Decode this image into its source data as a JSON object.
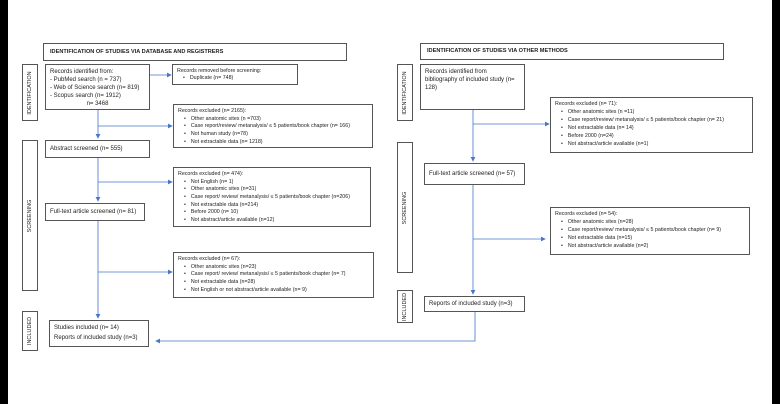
{
  "left": {
    "header": "IDENTIFICATION OF STUDIES VIA DATABASE AND REGISTRERS",
    "labels": {
      "identification": "IDENTIFICATION",
      "screening": "SCREENING",
      "included": "INCLUDED"
    },
    "identified": {
      "title": "Records identified from:",
      "lines": [
        "- PubMed search (n = 737)",
        "- Web of Science search (n= 819)",
        "- Scopus search (n= 1912)"
      ],
      "total": "n= 3468"
    },
    "removed": {
      "title": "Records removed before screening:",
      "items": [
        "Duplicate (n= 748)"
      ]
    },
    "excluded1": {
      "title": "Records excluded (n= 2165):",
      "items": [
        "Other anatomic sites (n =703)",
        "Case report/review/ metanalysis/ ≤ 5 patients/book chapter (n= 166)",
        "Not human study (n=78)",
        "Not extractable data (n= 1218)"
      ]
    },
    "abstract": "Abstract screened (n= 555)",
    "excluded2": {
      "title": "Records excluded (n= 474):",
      "items": [
        "Not English (n= 1)",
        "Other anatomic sites (n=31)",
        "Case report/ review/ metanalysis/ ≤ 5 patients/book chapter (n=206)",
        "Not extractable data (n=214)",
        "Before 2000 (n= 10)",
        "Not abstract/article available (n=12)"
      ]
    },
    "fulltext": "Full-text article screened (n= 81)",
    "excluded3": {
      "title": "Records excluded (n= 67):",
      "items": [
        "Other anatomic sites (n=23)",
        "Case report/ review/ metanalysis/ ≤ 5 patients/book chapter (n= 7)",
        "Not extractable data (n=28)",
        "Not English or not abstract/article available (n= 9)"
      ]
    },
    "included": {
      "studies": "Studies included (n= 14)",
      "reports": "Reports of included study (n=3)"
    }
  },
  "right": {
    "header": "IDENTIFICATION OF STUDIES VIA OTHER METHODS",
    "labels": {
      "identification": "IDENTIFICATION",
      "screening": "SCREENING",
      "included": "INCLUDED"
    },
    "identified": "Records identified from bibliography of included study (n= 128)",
    "excluded1": {
      "title": "Records excluded (n= 71):",
      "items": [
        "Other anatomic sites (n =11)",
        "Case report/review/ metanalysis/ ≤ 5 patients/book chapter (n= 21)",
        "Not extractable data (n= 14)",
        "Before 2000 (n=24)",
        "Not abstract/article available (n=1)"
      ]
    },
    "fulltext": "Full-text article screened (n= 57)",
    "excluded2": {
      "title": "Records excluded (n= 54):",
      "items": [
        "Other anatomic sites (n=28)",
        "Case report/review/ metanalysis/ ≤ 5 patients/book chapter (n= 9)",
        "Not extractable data (n=15)",
        "Not abstract/article available (n=2)"
      ]
    },
    "reports": "Reports of included study (n=3)"
  },
  "colors": {
    "arrow": "#4a76c8",
    "border": "#555555"
  }
}
